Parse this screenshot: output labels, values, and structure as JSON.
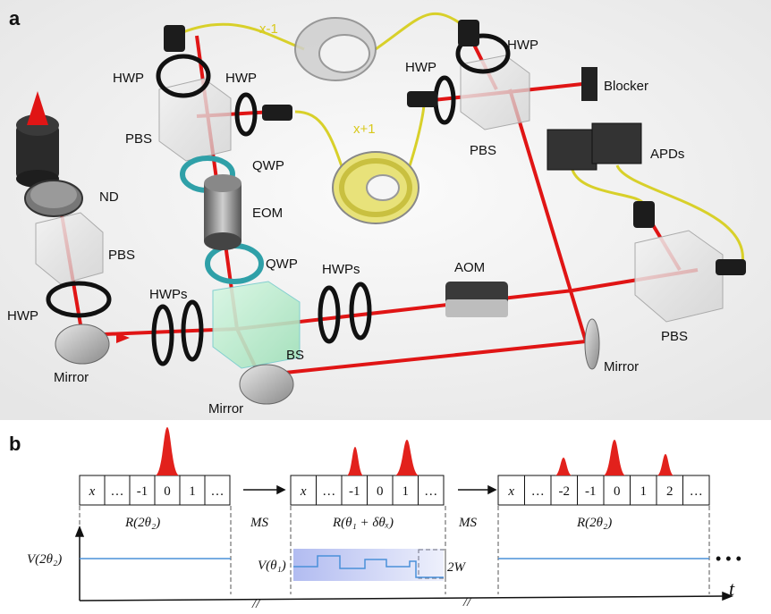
{
  "panel_a": {
    "panel_label": "a",
    "labels": {
      "hwp_top_left": "HWP",
      "hwp_top_mid": "HWP",
      "pbs_top_left": "PBS",
      "qwp_upper": "QWP",
      "eom": "EOM",
      "qwp_lower": "QWP",
      "nd": "ND",
      "pbs_left": "PBS",
      "hwp_left": "HWP",
      "mirror_left": "Mirror",
      "hwps_left": "HWPs",
      "bs": "BS",
      "mirror_bottom": "Mirror",
      "hwps_mid": "HWPs",
      "aom": "AOM",
      "x_minus_1": "x-1",
      "x_plus_1": "x+1",
      "hwp_top_right_a": "HWP",
      "hwp_top_right_b": "HWP",
      "pbs_top_right": "PBS",
      "blocker": "Blocker",
      "apds": "APDs",
      "pbs_right": "PBS",
      "mirror_right": "Mirror"
    }
  },
  "panel_b": {
    "panel_label": "b",
    "arrow_label_1": "MS",
    "arrow_label_2": "MS",
    "register_1": [
      "x",
      "…",
      "-1",
      "0",
      "1",
      "…"
    ],
    "register_2": [
      "x",
      "…",
      "-1",
      "0",
      "1",
      "…"
    ],
    "register_3": [
      "x",
      "…",
      "-2",
      "-1",
      "0",
      "1",
      "2",
      "…"
    ],
    "operator_1": "R(2θ₂)",
    "operator_2": "R(θ₁ + δθₓ)",
    "operator_3": "R(2θ₂)",
    "v_upper": "V(2θ₂)",
    "v_lower": "V(θ₁)",
    "width_label": "2W",
    "t_axis": "t",
    "ellipsis": "• • •",
    "break_mark": "//",
    "colors": {
      "pulse": "#e2211c",
      "line": "#4a90d9",
      "band": "#a9b4ef",
      "beam": "#e01515",
      "fiber": "#d8d02a"
    }
  }
}
